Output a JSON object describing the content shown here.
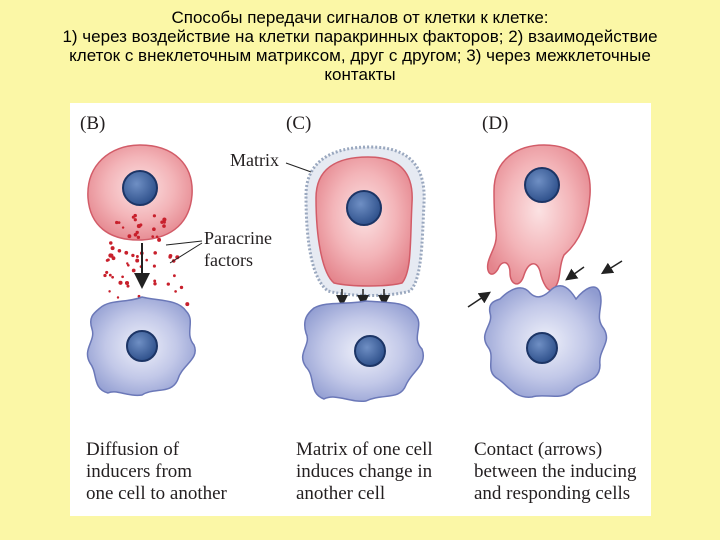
{
  "title": {
    "line1": "Способы передачи сигналов от клетки к клетке:",
    "line2": "1) через воздействие на клетки паракринных факторов; 2) взаимодействие",
    "line3": "клеток с внеклеточным матриксом, друг с другом; 3)  через межклеточные",
    "line4": "контакты"
  },
  "figure": {
    "panels": [
      {
        "label": "(B)",
        "annotation": "Paracrine",
        "annotation2": "factors",
        "caption": [
          "Diffusion of",
          "inducers from",
          "one cell to another"
        ]
      },
      {
        "label": "(C)",
        "annotation": "Matrix",
        "caption": [
          "Matrix of one cell",
          "induces change in",
          "another cell"
        ]
      },
      {
        "label": "(D)",
        "caption": [
          "Contact (arrows)",
          "between the inducing",
          "and responding cells"
        ]
      }
    ],
    "colors": {
      "inducing_cell": "#ee9aa0",
      "responding_cell": "#a9b3de",
      "nucleus": "#3a5f9a",
      "paracrine_dots": "#c8202c",
      "background": "#fbf7a6"
    }
  }
}
